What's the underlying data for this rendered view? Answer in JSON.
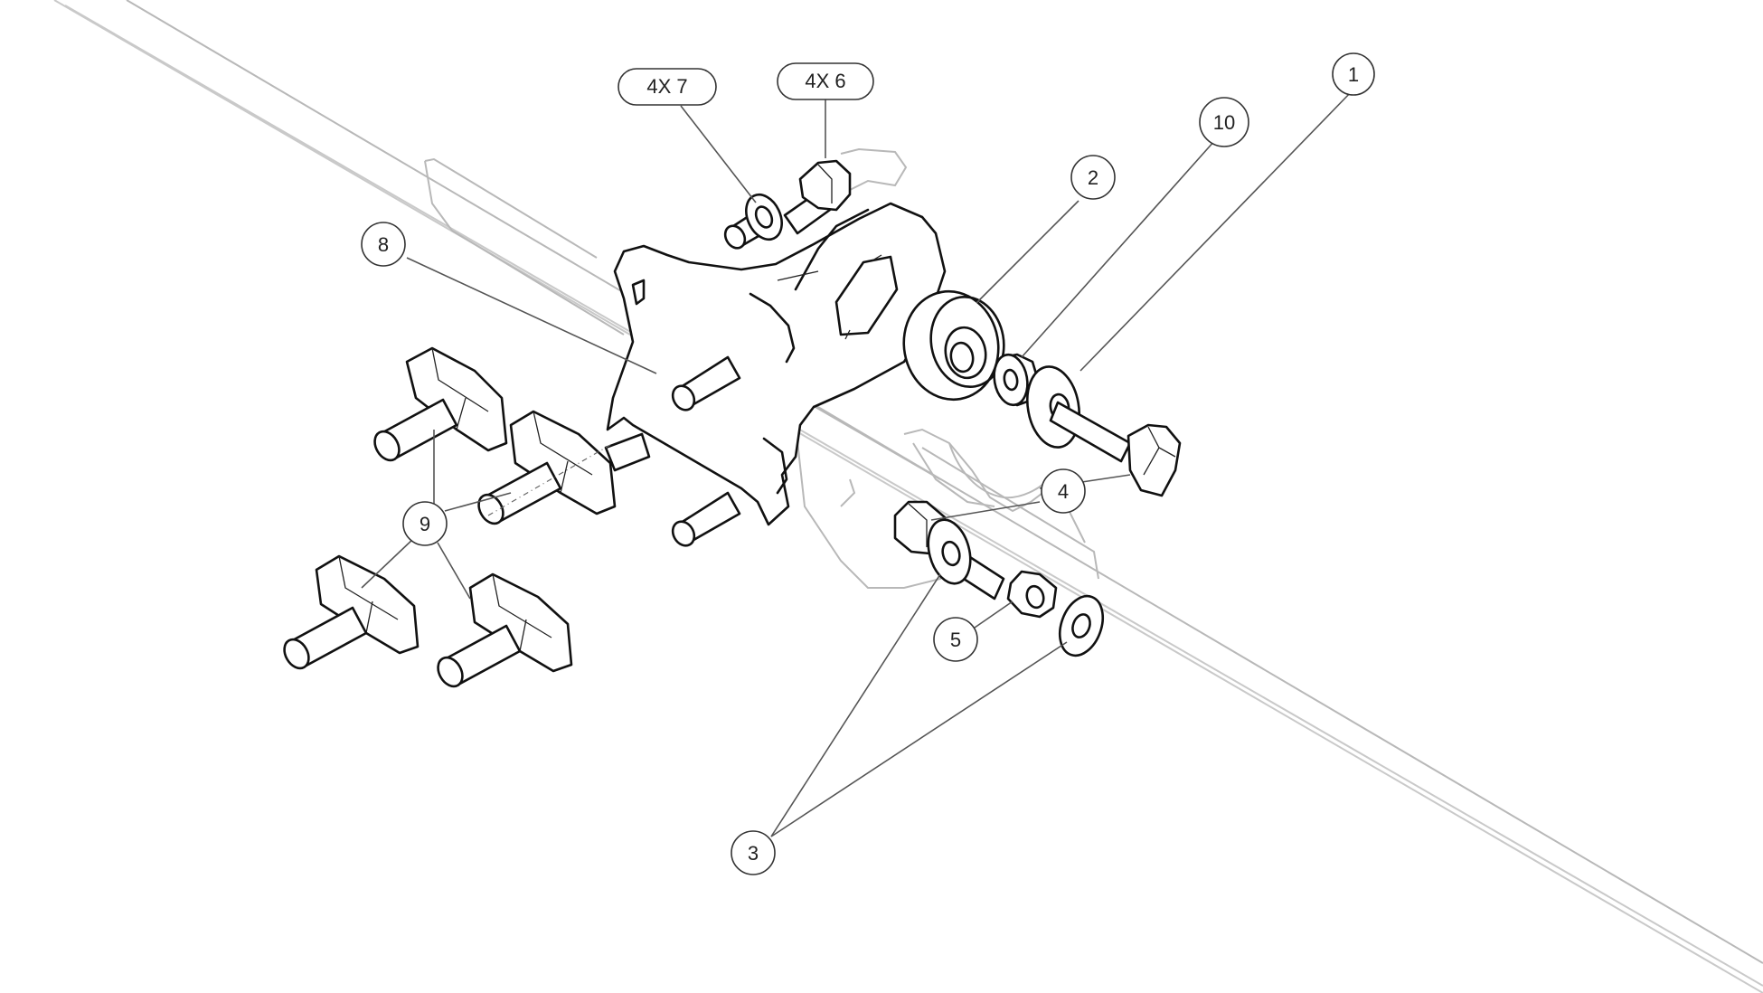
{
  "callouts": {
    "c1": "1",
    "c2": "2",
    "c3": "3",
    "c4": "4",
    "c5": "5",
    "c6": "4X 6",
    "c7": "4X 7",
    "c8": "8",
    "c9": "9",
    "c10": "10"
  }
}
